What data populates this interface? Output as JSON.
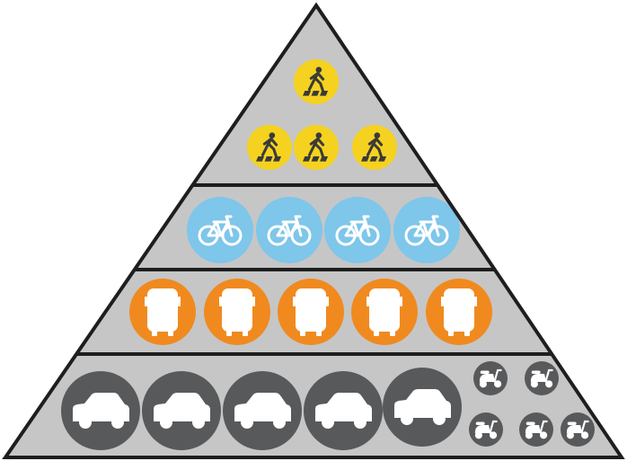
{
  "colors": {
    "pyramid_fill": "#c6c6c6",
    "outline": "#1e1e1e",
    "pedestrian": "#f5d21f",
    "bicycle": "#7ec6ea",
    "bus": "#f08a1f",
    "car": "#58595b",
    "scooter": "#58595b",
    "icon_glyph": "#ffffff",
    "pedestrian_glyph": "#3a3a3a"
  },
  "tiers": [
    {
      "name": "pedestrians",
      "icon": "pedestrian-icon",
      "count": 4
    },
    {
      "name": "bicycles",
      "icon": "bicycle-icon",
      "count": 4
    },
    {
      "name": "buses",
      "icon": "bus-icon",
      "count": 5
    },
    {
      "name": "cars",
      "icon": "car-icon",
      "count": 5
    },
    {
      "name": "scooters",
      "icon": "scooter-icon",
      "count": 5
    }
  ]
}
